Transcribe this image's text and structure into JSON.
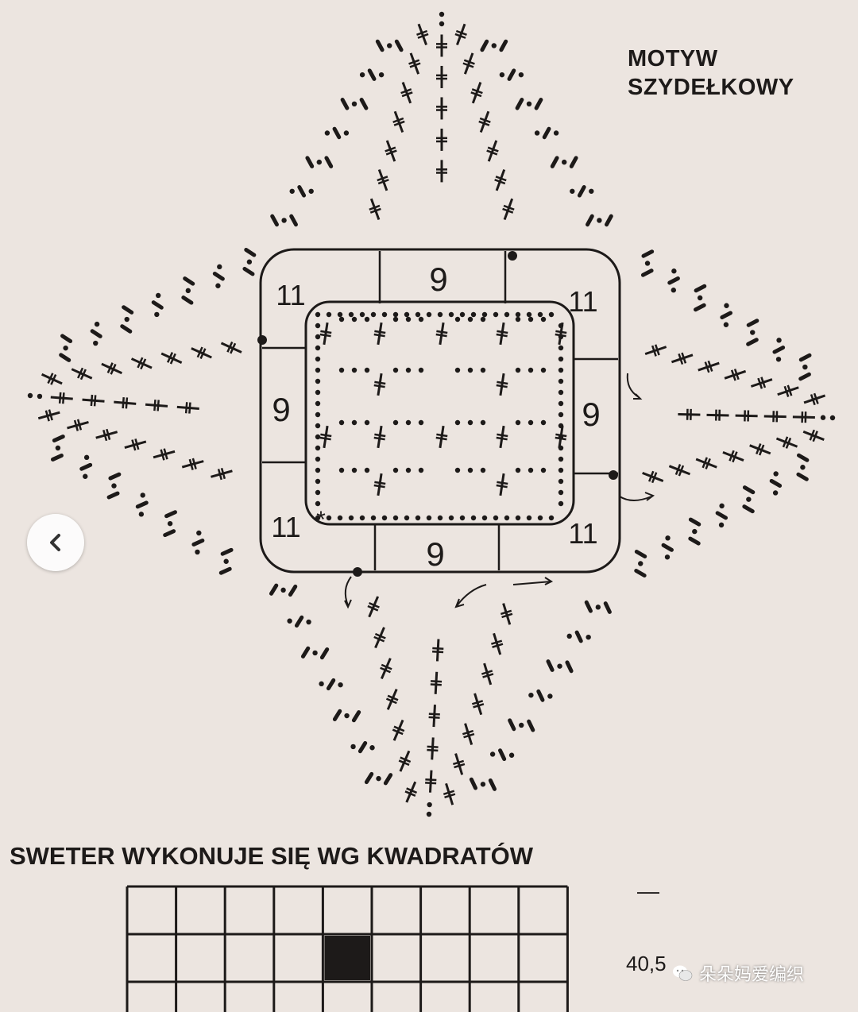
{
  "diagram": {
    "title_line1": "MOTYW",
    "title_line2": "SZYDEŁKOWY",
    "cell_labels": {
      "top": "9",
      "bottom": "9",
      "left": "9",
      "right": "9",
      "top_left": "11",
      "top_right": "11",
      "bottom_left": "11",
      "bottom_right": "11"
    },
    "start_marker": "*"
  },
  "section": {
    "heading": "SWETER WYKONUJE SIĘ WG KWADRATÓW",
    "dash": "—",
    "measure": "40,5"
  },
  "grid": {
    "columns": 9,
    "filled_cell": {
      "row": 2,
      "column": 5
    }
  },
  "watermark": {
    "text": "朵朵妈爱编织",
    "icon": "wechat-icon"
  },
  "navigation": {
    "previous": "chevron-left-icon"
  },
  "colors": {
    "ink": "#1d1a19",
    "paper": "#ece5e0"
  }
}
